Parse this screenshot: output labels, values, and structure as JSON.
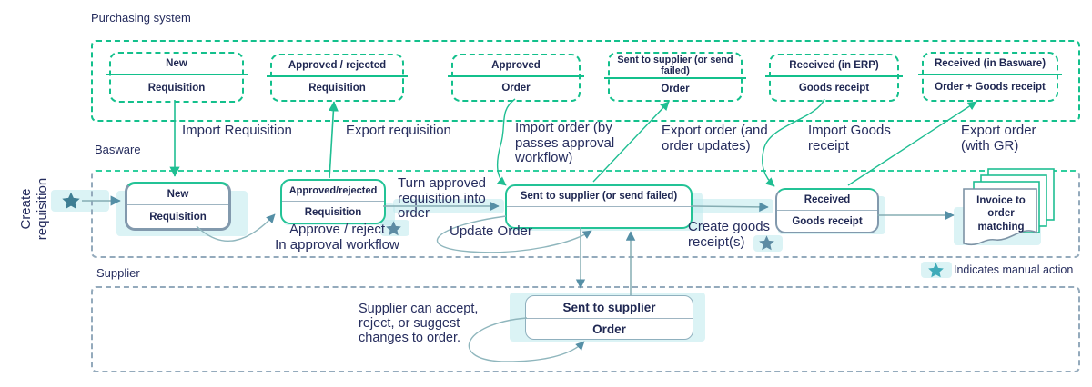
{
  "lanes": {
    "purchasing": {
      "label": "Purchasing system"
    },
    "basware": {
      "label": "Basware"
    },
    "supplier": {
      "label": "Supplier"
    }
  },
  "purchasing_boxes": [
    {
      "title": "New",
      "sub": "Requisition"
    },
    {
      "title": "Approved / rejected",
      "sub": "Requisition"
    },
    {
      "title": "Approved",
      "sub": "Order"
    },
    {
      "title": "Sent to supplier (or send failed)",
      "sub": "Order"
    },
    {
      "title": "Received (in ERP)",
      "sub": "Goods receipt"
    },
    {
      "title": "Received (in Basware)",
      "sub": "Order + Goods receipt"
    }
  ],
  "basware_boxes": [
    {
      "title": "New",
      "sub": "Requisition"
    },
    {
      "title": "Approved/rejected",
      "sub": "Requisition"
    },
    {
      "title": "Sent to supplier (or send failed)",
      "sub": ""
    },
    {
      "title": "Received",
      "sub": "Goods receipt"
    }
  ],
  "supplier_box": {
    "title": "Sent to supplier",
    "sub": "Order"
  },
  "document": {
    "label": "Invoice to\norder\nmatching"
  },
  "side_label": "Create\nrequisition",
  "flow_labels": {
    "import_requisition": "Import Requisition",
    "export_requisition": "Export requisition",
    "import_order": "Import order (by\npasses approval\nworkflow)",
    "export_order": "Export order (and\norder updates)",
    "import_goods_receipt": "Import Goods\nreceipt",
    "export_order_gr": "Export order\n(with GR)",
    "turn_approved": "Turn approved\nrequisition into\norder",
    "approve_reject": "Approve / reject\nIn approval workflow",
    "update_order": "Update Order",
    "create_goods": "Create goods\nreceipt(s)"
  },
  "notes": {
    "supplier_note": "Supplier can accept,\nreject, or suggest\nchanges to order."
  },
  "legend": {
    "star_icon": "star",
    "label": "Indicates manual action"
  },
  "colors": {
    "brand_green": "#13C08C",
    "slate": "#94AABC",
    "navy_text": "#262D5E",
    "teal_arrow": "#4D9FAE",
    "star_dark": "#3E7E93",
    "star_light": "#3FABB9",
    "highlight": "#BEE9EC"
  }
}
